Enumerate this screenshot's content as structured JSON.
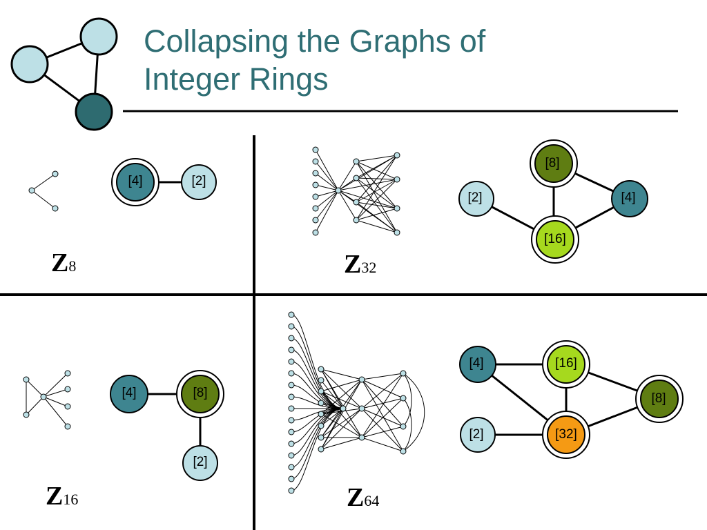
{
  "title": {
    "line1": "Collapsing the Graphs of",
    "line2": "Integer Rings"
  },
  "colors": {
    "title": "#2f6e74",
    "light_blue": "#bde0e6",
    "teal": "#3e8590",
    "dark_teal": "#2e6b70",
    "olive": "#5f7d12",
    "lime": "#a6d91e",
    "orange": "#f59a14",
    "line": "#000000"
  },
  "panels": {
    "z8": {
      "ring": "Z",
      "sub": "8",
      "nodes": [
        "[4]",
        "[2]"
      ]
    },
    "z16": {
      "ring": "Z",
      "sub": "16",
      "nodes": [
        "[4]",
        "[8]",
        "[2]"
      ]
    },
    "z32": {
      "ring": "Z",
      "sub": "32",
      "nodes": [
        "[8]",
        "[2]",
        "[4]",
        "[16]"
      ]
    },
    "z64": {
      "ring": "Z",
      "sub": "64",
      "nodes": [
        "[4]",
        "[16]",
        "[8]",
        "[2]",
        "[32]"
      ]
    }
  }
}
